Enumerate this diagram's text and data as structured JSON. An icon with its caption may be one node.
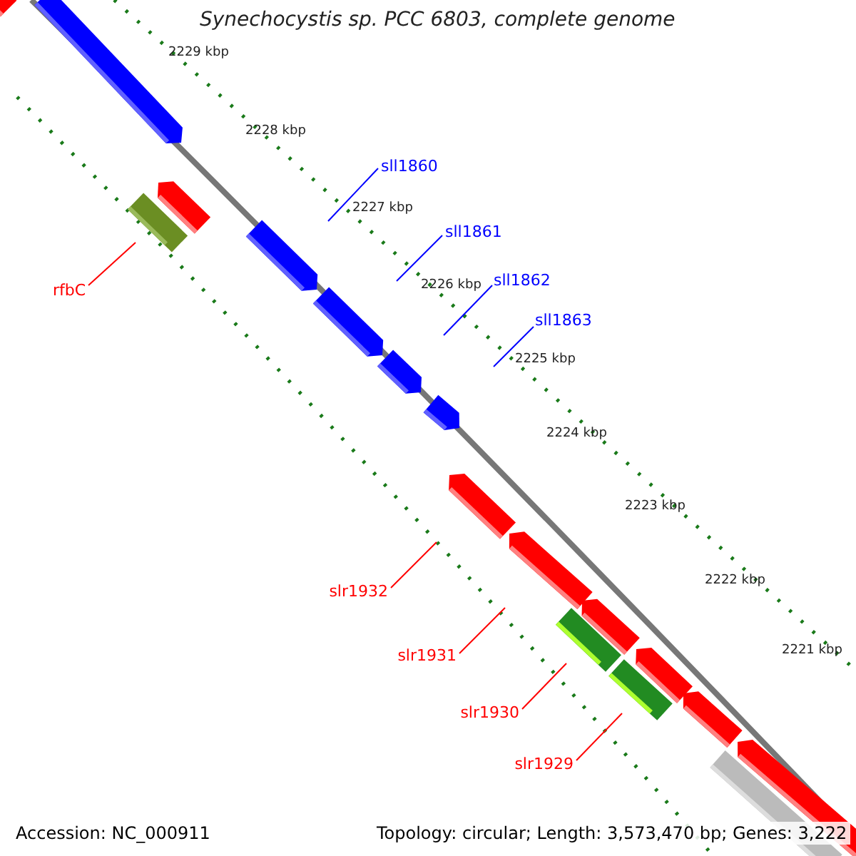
{
  "diagram": {
    "title": "Synechocystis sp. PCC 6803, complete genome",
    "nodes": [
      {
        "text": [
          "sll1860"
        ]
      },
      {
        "text": [
          "sll1861"
        ]
      },
      {
        "text": [
          "sll1862"
        ]
      },
      {
        "text": [
          "sll1863"
        ]
      },
      {
        "text": [
          "rfbC"
        ]
      },
      {
        "text": [
          "slr1932"
        ]
      },
      {
        "text": [
          "slr1931"
        ]
      },
      {
        "text": [
          "slr1930"
        ]
      },
      {
        "text": [
          "slr1929"
        ]
      }
    ],
    "edges": [
      {
        "from": 0,
        "to": null,
        "arrow": "none",
        "color": "#0000ff"
      },
      {
        "from": 1,
        "to": null,
        "arrow": "none",
        "color": "#0000ff"
      },
      {
        "from": 2,
        "to": null,
        "arrow": "none",
        "color": "#0000ff"
      },
      {
        "from": 3,
        "to": null,
        "arrow": "none",
        "color": "#0000ff"
      },
      {
        "from": 4,
        "to": null,
        "arrow": "none"
      },
      {
        "from": 5,
        "to": null,
        "arrow": "none"
      },
      {
        "from": 6,
        "to": null,
        "arrow": "none"
      },
      {
        "from": 7,
        "to": null,
        "arrow": "none"
      },
      {
        "from": 8,
        "to": null,
        "arrow": "none"
      }
    ],
    "labels": [
      "2229 kbp",
      "2228 kbp",
      "2227 kbp",
      "2226 kbp",
      "2225 kbp",
      "2224 kbp",
      "2223 kbp",
      "2222 kbp",
      "2221 kbp",
      "Accession: NC_000911",
      "Topology: circular; Length: 3,573,470 bp; Genes: 3,222"
    ]
  }
}
